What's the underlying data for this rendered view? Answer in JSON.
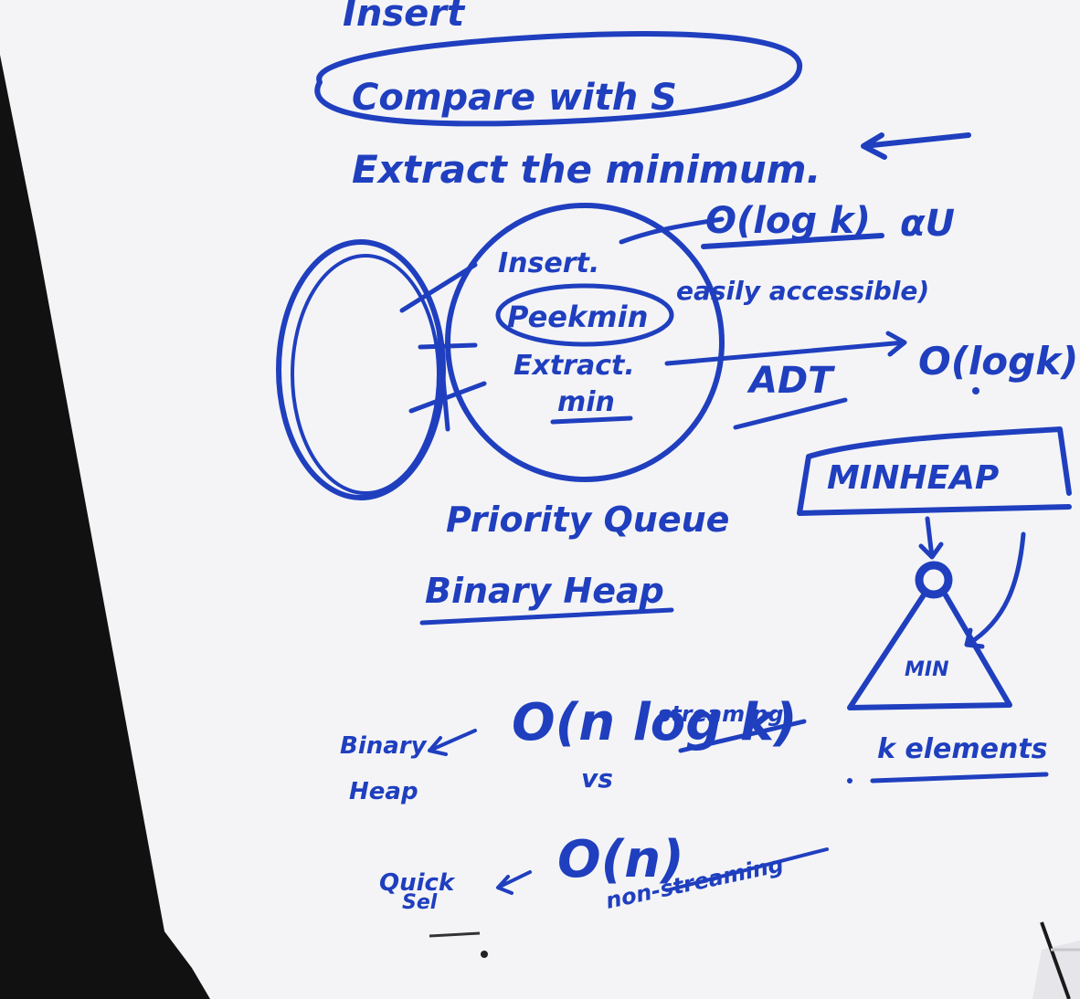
{
  "colors": {
    "ink": "#1f3fbf",
    "paper": "#f4f4f6",
    "background": "#111111"
  },
  "notes": {
    "insert": "Insert",
    "compare": "Compare with S",
    "extract_minimum": "Extract the minimum.",
    "olog_k_top": "O(log k)",
    "alpha_u": "αU",
    "insert_short": "Insert.",
    "peek_min": "Peekmin",
    "easily_accessible": "easily accessible)",
    "extract_min_1": "Extract.",
    "extract_min_2": "min",
    "adt": "ADT",
    "olog_k_right": "O(logk)",
    "minheap": "MINHEAP",
    "heap_min": "MIN",
    "k_elements": "k elements",
    "priority_queue": "Priority Queue",
    "binary_heap": "Binary Heap",
    "binary_heap_side_1": "Binary",
    "binary_heap_side_2": "Heap",
    "o_nlogk": "O(n log k)",
    "streaming": "streaming",
    "vs": "vs",
    "quick_select_1": "Quick",
    "quick_select_2": "Sel",
    "o_n": "O(n)",
    "non_streaming": "non-streaming"
  }
}
